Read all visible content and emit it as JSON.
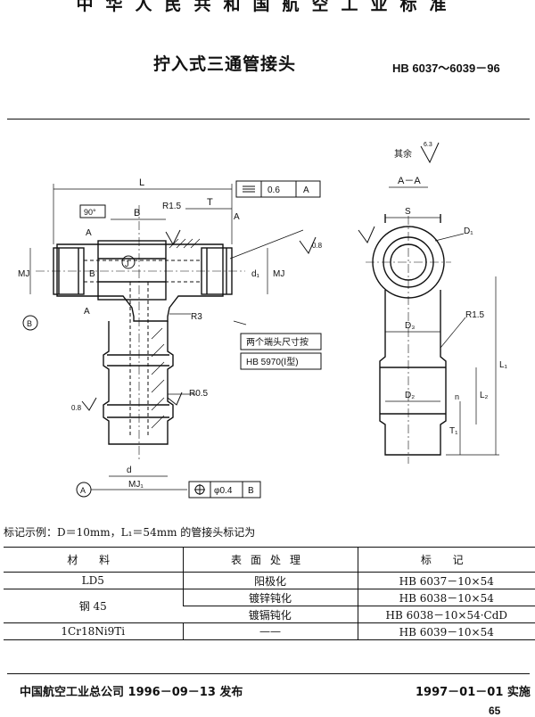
{
  "header": {
    "organization": "中华人民共和国航空工业标准",
    "title": "拧入式三通管接头",
    "standard_code": "HB 6037～6039－96"
  },
  "drawing": {
    "surface_note": "其余",
    "roughness_global": "6.3",
    "section_label": "A－A",
    "dims": {
      "L": "L",
      "T": "T",
      "B": "B",
      "MJ": "MJ",
      "MJ1": "MJ₁",
      "d": "d",
      "d1": "d₁",
      "S": "S",
      "D1": "D₁",
      "D2": "D₂",
      "D3": "D₃",
      "L1": "L₁",
      "L2": "L₂",
      "T1": "T₁",
      "n": "n",
      "A": "A",
      "J": "J",
      "angle": "90°",
      "R15_left": "R1.5",
      "R15_right": "R1.5",
      "R3": "R3",
      "R05": "R0.5",
      "roughness_small": "0.8",
      "roughness_small2": "0.8"
    },
    "datum_A": "A",
    "datum_B": "B",
    "tol_flat_value": "0.6",
    "tol_flat_ref": "A",
    "tol_pos_value": "φ0.4",
    "tol_pos_ref": "B",
    "note_line1": "两个端头尺寸按",
    "note_line2": "HB 5970(Ⅰ型)"
  },
  "example_text": "标记示例：D＝10mm，L₁＝54mm 的管接头标记为",
  "table": {
    "headers": [
      "材 料",
      "表面处理",
      "标 记"
    ],
    "rows": [
      {
        "material": "LD5",
        "treatment": "阳极化",
        "mark": "HB 6037－10×54"
      },
      {
        "material": "钢 45",
        "treatment": "镀锌钝化",
        "mark": "HB 6038－10×54"
      },
      {
        "material": "",
        "treatment": "镀镉钝化",
        "mark": "HB 6038－10×54·CdD"
      },
      {
        "material": "1Cr18Ni9Ti",
        "treatment": "——",
        "mark": "HB 6039－10×54"
      }
    ]
  },
  "footer": {
    "issuer": "中国航空工业总公司 1996－09－13 发布",
    "effective": "1997－01－01 实施",
    "page": "65"
  }
}
